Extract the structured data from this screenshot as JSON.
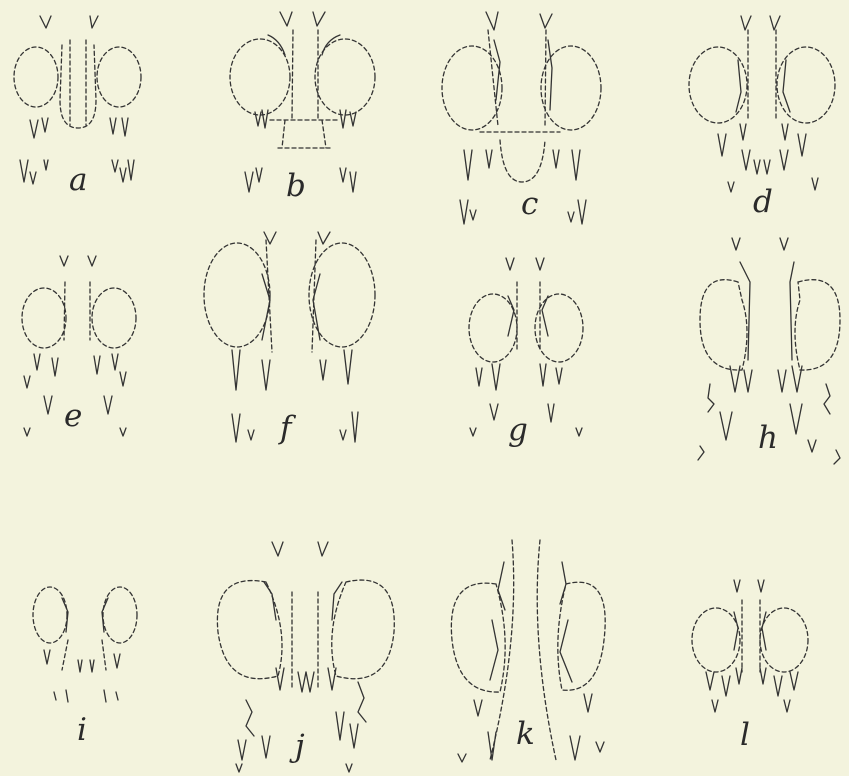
{
  "background": "#f3f3dd",
  "ink": "#333333",
  "panels": [
    {
      "id": "a",
      "label": "a"
    },
    {
      "id": "b",
      "label": "b"
    },
    {
      "id": "c",
      "label": "c"
    },
    {
      "id": "d",
      "label": "d"
    },
    {
      "id": "e",
      "label": "e"
    },
    {
      "id": "f",
      "label": "f"
    },
    {
      "id": "g",
      "label": "g"
    },
    {
      "id": "h",
      "label": "h"
    },
    {
      "id": "i",
      "label": "i"
    },
    {
      "id": "j",
      "label": "j"
    },
    {
      "id": "k",
      "label": "k"
    },
    {
      "id": "l",
      "label": "l"
    }
  ]
}
